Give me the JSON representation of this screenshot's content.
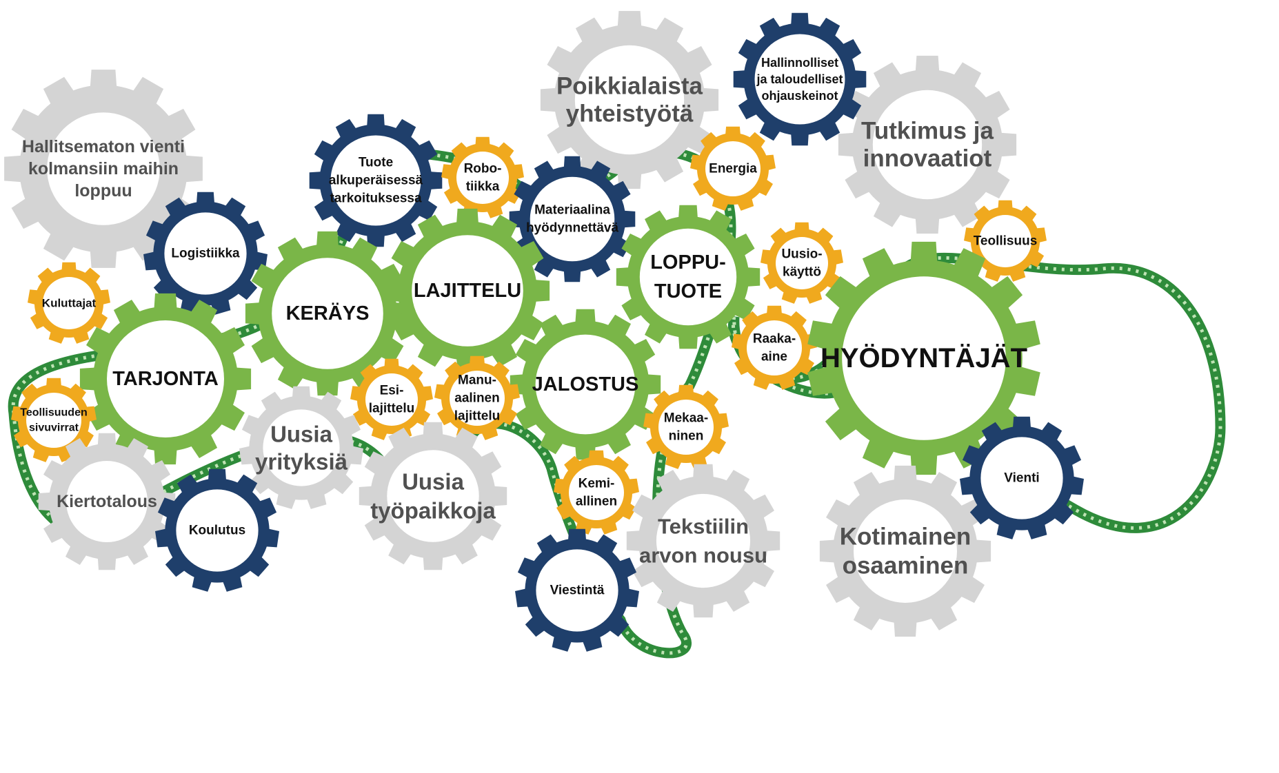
{
  "colors": {
    "grey": "#d4d4d4",
    "green": "#7ab648",
    "blue": "#1f3f6b",
    "orange": "#f0a91e",
    "chain": "#2e8b3a",
    "text_dark": "#111111",
    "text_grey": "#505050"
  },
  "gears": {
    "hallitsematon": [
      "Hallitsematon vienti",
      "kolmansiin maihin",
      "loppuu"
    ],
    "poikkialaista": [
      "Poikkialaista",
      "yhteistyötä"
    ],
    "tutkimus": [
      "Tutkimus ja",
      "innovaatiot"
    ],
    "hallinnolliset": [
      "Hallinnolliset",
      "ja taloudelliset",
      "ohjauskeinot"
    ],
    "logistiikka": [
      "Logistiikka"
    ],
    "kuluttajat": [
      "Kuluttajat"
    ],
    "tuote": [
      "Tuote",
      "alkuperäisessä",
      "tarkoituksessa"
    ],
    "robotiikka": [
      "Robo-",
      "tiikka"
    ],
    "materiaalina": [
      "Materiaalina",
      "hyödynnettävä"
    ],
    "energia": [
      "Energia"
    ],
    "keraus": [
      "KERÄYS"
    ],
    "lajittelu": [
      "LAJITTELU"
    ],
    "lopputuote": [
      "LOPPU-",
      "TUOTE"
    ],
    "uusiokaytto": [
      "Uusio-",
      "käyttö"
    ],
    "teollisuus": [
      "Teollisuus"
    ],
    "tarjonta": [
      "TARJONTA"
    ],
    "raaka_aine": [
      "Raaka-",
      "aine"
    ],
    "hyodyntajat": [
      "HYÖDYNTÄJÄT"
    ],
    "jalostus": [
      "JALOSTUS"
    ],
    "esilajittelu": [
      "Esi-",
      "lajittelu"
    ],
    "manuaalinen": [
      "Manu-",
      "aalinen",
      "lajittelu"
    ],
    "teollisuuden": [
      "Teollisuuden",
      "sivuvirrat"
    ],
    "uusia_yrityksia": [
      "Uusia",
      "yrityksiä"
    ],
    "uusia_tyopaikkoja": [
      "Uusia",
      "työpaikkoja"
    ],
    "mekaaninen": [
      "Mekaa-",
      "ninen"
    ],
    "kemiallinen": [
      "Kemi-",
      "allinen"
    ],
    "kiertotalous": [
      "Kiertotalous"
    ],
    "koulutus": [
      "Koulutus"
    ],
    "tekstiilin": [
      "Tekstiilin",
      "arvon nousu"
    ],
    "viestinta": [
      "Viestintä"
    ],
    "kotimainen": [
      "Kotimainen",
      "osaaminen"
    ],
    "vienti": [
      "Vienti"
    ]
  }
}
